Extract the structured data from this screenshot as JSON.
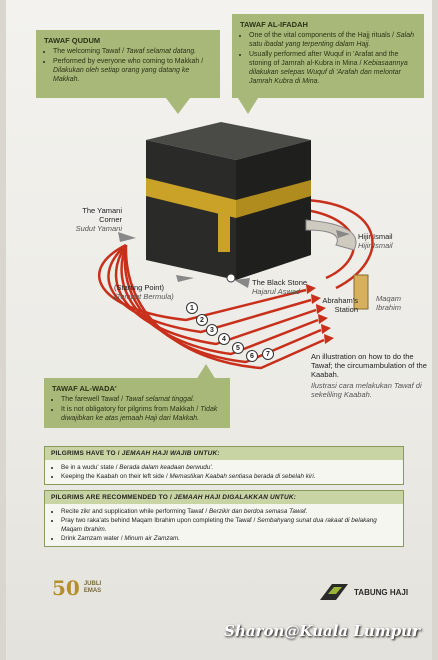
{
  "tawaf_qudum": {
    "title": "TAWAF QUDUM",
    "items": [
      {
        "en": "The welcoming Tawaf /",
        "ms": "Tawaf selamat datang."
      },
      {
        "en": "Performed by everyone who coming to Makkah /",
        "ms": "Dilakukan oleh setiap orang yang datang ke Makkah."
      }
    ]
  },
  "tawaf_ifadah": {
    "title": "TAWAF AL-IFADAH",
    "items": [
      {
        "en": "One of the vital components of the Hajj rituals /",
        "ms": "Salah satu ibadat yang terpenting dalam Hajj."
      },
      {
        "en": "Usually performed after Wuquf in 'Arafat and the stoning of Jamrah al-Kubra in Mina /",
        "ms": "Kebiasaannya dilakukan selepas Wuquf di 'Arafah dan melontar Jamrah Kubra di Mina."
      }
    ]
  },
  "tawaf_wada": {
    "title": "TAWAF AL-WADA'",
    "items": [
      {
        "en": "The farewell Tawaf /",
        "ms": "Tawaf selamat tinggal."
      },
      {
        "en": "It is not obligatory for pilgrims from Makkah /",
        "ms": "Tidak diwajibkan ke atas jemaah Haji dari Makkah."
      }
    ]
  },
  "labels": {
    "yamani_en": "The Yamani Corner",
    "yamani_ms": "Sudut Yamani",
    "hijir_en": "Hijir Ismail",
    "hijir_ms": "Hijir Ismail",
    "start_en": "(Starting Point)",
    "start_ms": "(Tempat Bermula)",
    "stone_en": "The Black Stone",
    "stone_ms": "Hajarul Aswad",
    "maqam_en": "Abraham's Station",
    "maqam_ms": "Maqam Ibrahim"
  },
  "circuit_numbers": [
    "1",
    "2",
    "3",
    "4",
    "5",
    "6",
    "7"
  ],
  "illustration_caption": {
    "en": "An illustration on how to do the Tawaf; the circumambulation of the Kaabah.",
    "ms": "Ilustrasi cara melakukan Tawaf di sekeliling Kaabah."
  },
  "must": {
    "heading_en": "PILGRIMS HAVE TO /",
    "heading_ms": "JEMAAH HAJI WAJIB UNTUK:",
    "items": [
      {
        "en": "Be in a wudu' state /",
        "ms": "Berada dalam keadaan berwudu'."
      },
      {
        "en": "Keeping the Kaabah on their left side /",
        "ms": "Memastikan Kaabah sentiasa berada di sebelah kiri."
      }
    ]
  },
  "recommended": {
    "heading_en": "PILGRIMS ARE RECOMMENDED TO /",
    "heading_ms": "JEMAAH HAJI DIGALAKKAN UNTUK:",
    "items": [
      {
        "en": "Recite zikr and supplication while performing Tawaf /",
        "ms": "Berzikir dan berdoa semasa Tawaf."
      },
      {
        "en": "Pray two raka'ats behind Maqam Ibrahim upon completing the Tawaf /",
        "ms": "Sembahyang sunat dua rakaat di belakang Maqam Ibrahim."
      },
      {
        "en": "Drink Zamzam water /",
        "ms": "Minum air Zamzam."
      }
    ]
  },
  "footer": {
    "jubli_number": "50",
    "jubli_text_1": "JUBLI",
    "jubli_text_2": "EMAS",
    "tabung_haji": "TABUNG HAJI",
    "watermark": "Sharon@Kuala Lumpur"
  },
  "colors": {
    "callout_green": "#a8b878",
    "kaabah_black": "#2a2a28",
    "kiswah_gold": "#c9a227",
    "path_red": "#c8301c"
  }
}
